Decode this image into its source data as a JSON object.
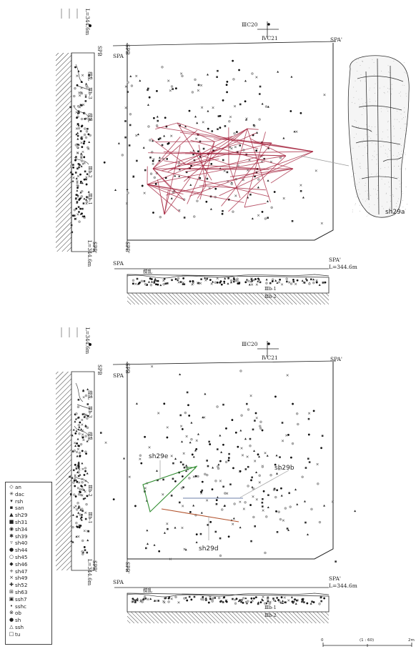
{
  "labels": {
    "grid_top": "ⅢC20",
    "grid_bottom": "ⅣC21",
    "spa": "SPA",
    "spa_prime": "SPA'",
    "spb": "SPB",
    "spb_prime": "SPB'",
    "elev_spa": "L=344.6m",
    "elev_spb": "L=344.6m",
    "soil_disturbed": "撹乱",
    "soil_layer_3": "Ⅲb-3",
    "soil_layer_2": "Ⅲb-2",
    "soil_layer_1": "Ⅲb-1",
    "artifact_top": "sh29a",
    "refit_e": "sh29e",
    "refit_b": "sh29b",
    "refit_d": "sh29d"
  },
  "scale_bar": {
    "zero": "0",
    "ratio": "(1 : 60)",
    "max": "2m"
  },
  "legend": [
    {
      "symbol": "◇",
      "label": "an"
    },
    {
      "symbol": "✳",
      "label": "dac"
    },
    {
      "symbol": "▾",
      "label": "rsh"
    },
    {
      "symbol": "▪",
      "label": "san"
    },
    {
      "symbol": "▲",
      "label": "sh29"
    },
    {
      "symbol": "■",
      "label": "sh31"
    },
    {
      "symbol": "◉",
      "label": "sh34"
    },
    {
      "symbol": "✱",
      "label": "sh39"
    },
    {
      "symbol": "▿",
      "label": "sh40"
    },
    {
      "symbol": "●",
      "label": "sh44"
    },
    {
      "symbol": "○",
      "label": "sh45"
    },
    {
      "symbol": "◆",
      "label": "sh46"
    },
    {
      "symbol": "+",
      "label": "sh47"
    },
    {
      "symbol": "×",
      "label": "sh49"
    },
    {
      "symbol": "✚",
      "label": "sh52"
    },
    {
      "symbol": "⊞",
      "label": "sh63"
    },
    {
      "symbol": "▣",
      "label": "ssh7"
    },
    {
      "symbol": "•",
      "label": "sshc"
    },
    {
      "symbol": "⊗",
      "label": "ob"
    },
    {
      "symbol": "●",
      "label": "sh"
    },
    {
      "symbol": "△",
      "label": "ssh"
    },
    {
      "symbol": "□",
      "label": "tu"
    }
  ],
  "colors": {
    "refit_lines_top": "#a31f3a",
    "refit_e": "#2e8b2e",
    "refit_b": "#6e7fa8",
    "refit_d": "#b2532c",
    "leader": "#9a9a9a"
  }
}
